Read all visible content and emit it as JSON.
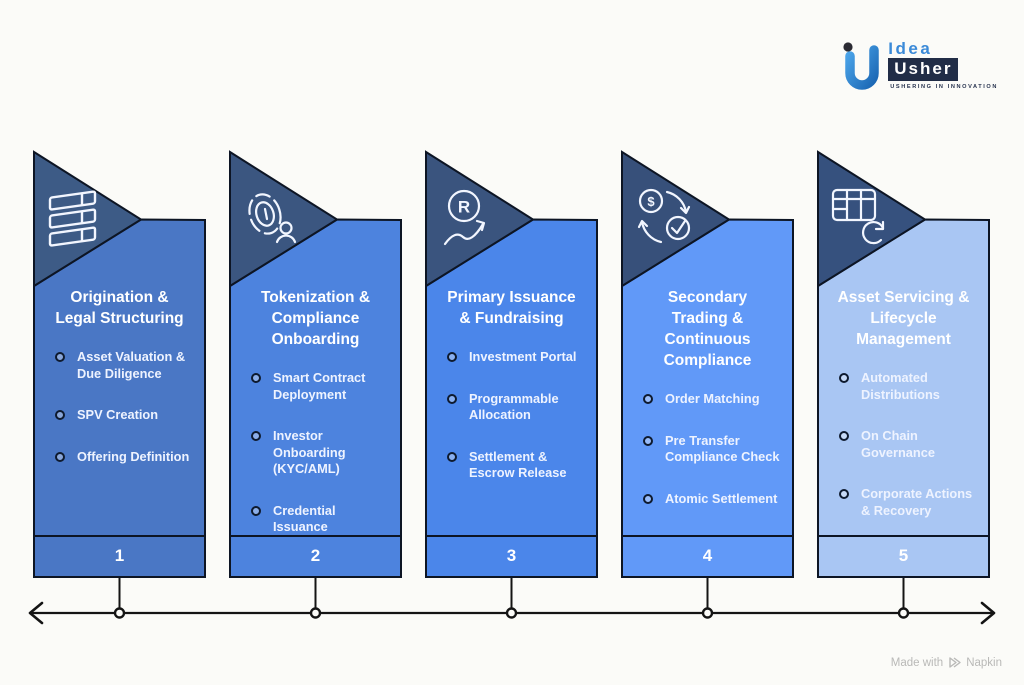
{
  "logo": {
    "brand_top": "Idea",
    "brand_bottom": "Usher",
    "tagline": "USHERING IN INNOVATION"
  },
  "theme": {
    "background": "#fbfbf8",
    "outline": "#0d1524",
    "icon_stroke": "#f2f6ff",
    "title_color": "#ffffff"
  },
  "stages": [
    {
      "number": "1",
      "title": "Origination &\nLegal Structuring",
      "icon": "stacked-layers-icon",
      "color": "#4a77c5",
      "pennant_color": "#3d5b86",
      "bullets": [
        "Asset Valuation & Due Diligence",
        "SPV Creation",
        "Offering Definition"
      ]
    },
    {
      "number": "2",
      "title": "Tokenization &\nCompliance\nOnboarding",
      "icon": "fingerprint-user-icon",
      "color": "#4d83de",
      "pennant_color": "#3b5680",
      "bullets": [
        "Smart Contract Deployment",
        "Investor Onboarding (KYC/AML)",
        "Credential Issuance"
      ]
    },
    {
      "number": "3",
      "title": "Primary Issuance\n& Fundraising",
      "icon": "registered-growth-icon",
      "color": "#4b86ea",
      "pennant_color": "#3a547e",
      "bullets": [
        "Investment Portal",
        "Programmable Allocation",
        "Settlement & Escrow Release"
      ]
    },
    {
      "number": "4",
      "title": "Secondary\nTrading &\nContinuous\nCompliance",
      "icon": "currency-cycle-check-icon",
      "color": "#6199f8",
      "pennant_color": "#37507a",
      "bullets": [
        "Order Matching",
        "Pre Transfer Compliance Check",
        "Atomic Settlement"
      ]
    },
    {
      "number": "5",
      "title": "Asset Servicing &\nLifecycle\nManagement",
      "icon": "table-refresh-icon",
      "color": "#a9c6f3",
      "pennant_color": "#36517e",
      "bullets": [
        "Automated Distributions",
        "On Chain Governance",
        "Corporate Actions & Recovery"
      ]
    }
  ],
  "watermark": {
    "prefix": "Made with",
    "brand": "Napkin"
  }
}
